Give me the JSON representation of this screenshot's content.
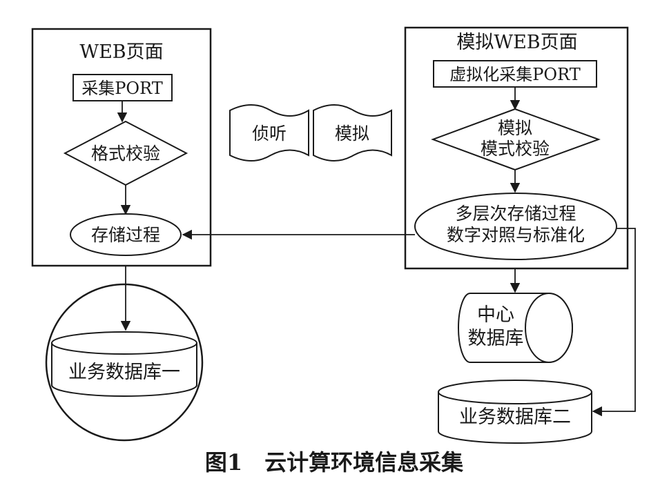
{
  "left_panel": {
    "title": "WEB页面",
    "collect": "采集PORT",
    "validate": "格式校验",
    "store": "存储过程",
    "db": "业务数据库一"
  },
  "middle": {
    "listen": "侦听",
    "simulate": "模拟"
  },
  "right_panel": {
    "title": "模拟WEB页面",
    "collect": "虚拟化采集PORT",
    "validate_line1": "模拟",
    "validate_line2": "模式校验",
    "store_line1": "多层次存储过程",
    "store_line2": "数字对照与标准化",
    "center_db_line1": "中心",
    "center_db_line2": "数据库",
    "business_db": "业务数据库二"
  },
  "caption": "图1　云计算环境信息采集"
}
